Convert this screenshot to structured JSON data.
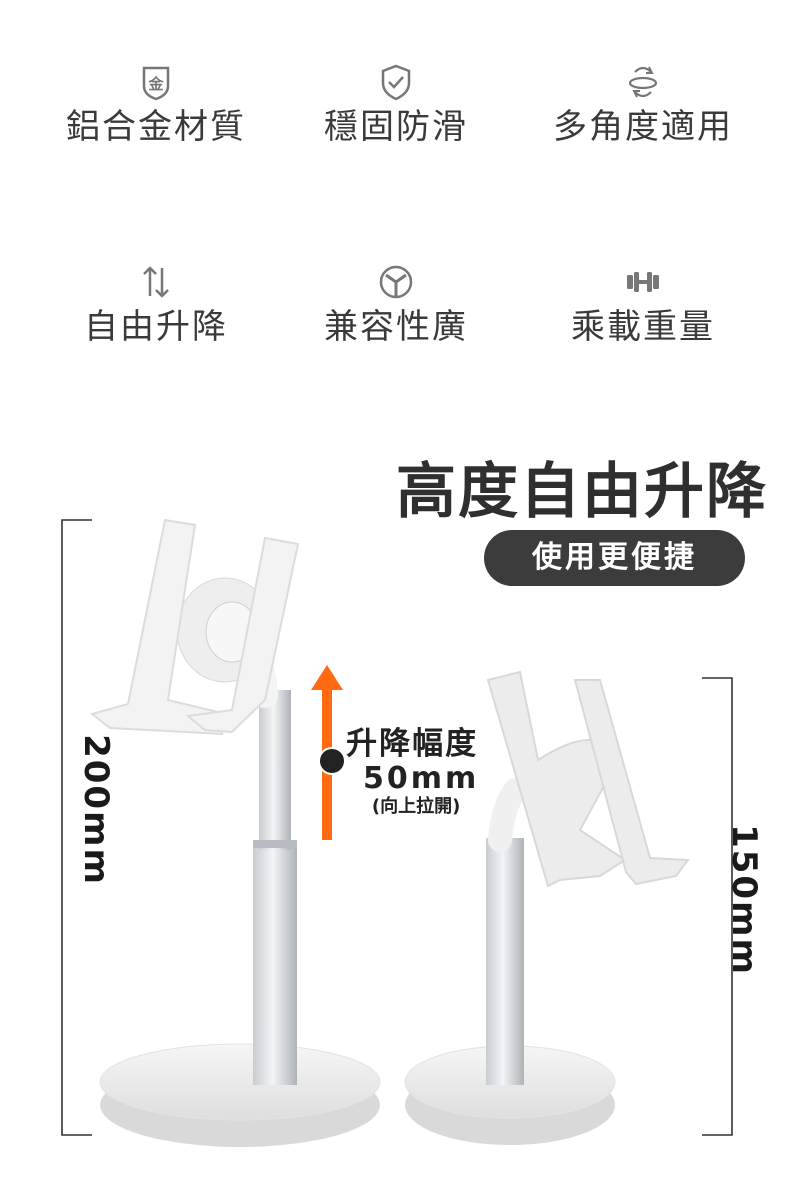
{
  "features": [
    {
      "label": "鋁合金材質",
      "icon": "metal-badge-icon"
    },
    {
      "label": "穩固防滑",
      "icon": "shield-check-icon"
    },
    {
      "label": "多角度適用",
      "icon": "rotate-arrows-icon"
    },
    {
      "label": "自由升降",
      "icon": "up-down-arrows-icon"
    },
    {
      "label": "兼容性廣",
      "icon": "compatibility-icon"
    },
    {
      "label": "乘載重量",
      "icon": "dumbbell-icon"
    }
  ],
  "badge_char": "金",
  "headline": "高度自由升降",
  "subheadline": "使用更便捷",
  "lift": {
    "title": "升降幅度",
    "value": "50mm",
    "note": "(向上拉開)"
  },
  "dimensions": {
    "left": "200mm",
    "right": "150mm"
  },
  "colors": {
    "accent": "#ff6a13",
    "pill": "#3c3c3c",
    "icon": "#777777"
  }
}
